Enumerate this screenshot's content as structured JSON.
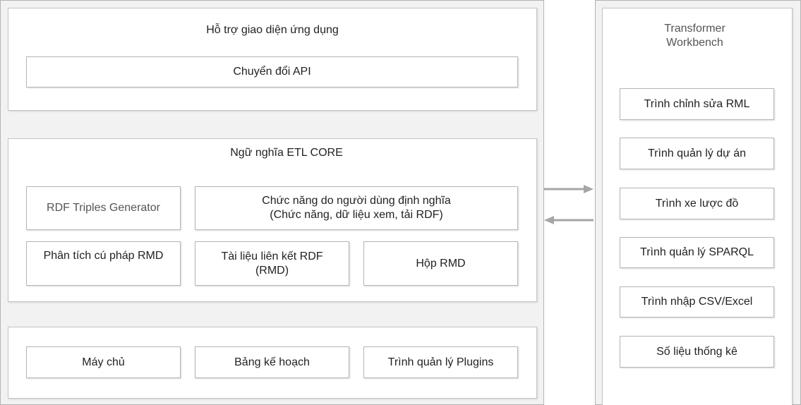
{
  "left": {
    "api_panel": {
      "title": "Hỗ trợ giao diện ứng dụng",
      "items": [
        "Chuyển đổi API"
      ]
    },
    "core_panel": {
      "title": "Ngữ nghĩa ETL CORE",
      "rdf_triples_generator": "RDF Triples Generator",
      "user_function": [
        "Chức năng do người dùng định nghĩa",
        "(Chức năng, dữ liệu xem, tải RDF)"
      ],
      "rmd_parser": "Phân tích cú pháp RMD",
      "rdf_linked_doc": [
        "Tài liệu liên kết RDF",
        "(RMD)"
      ],
      "rmd_box": "Hộp RMD"
    },
    "infra_panel": {
      "items": [
        "Máy chủ",
        "Bảng kế hoạch",
        "Trình quản lý Plugins"
      ]
    }
  },
  "right": {
    "title": [
      "Transformer",
      "Workbench"
    ],
    "items": [
      "Trình chỉnh sửa RML",
      "Trình quản lý dự án",
      "Trình xe lược đồ",
      "Trình quản lý SPARQL",
      "Trình nhập CSV/Excel",
      "Số liệu thống kê"
    ]
  },
  "colors": {
    "arrow": "#a6a6a6",
    "border": "#b5b5b5",
    "background": "#f2f2f2"
  }
}
